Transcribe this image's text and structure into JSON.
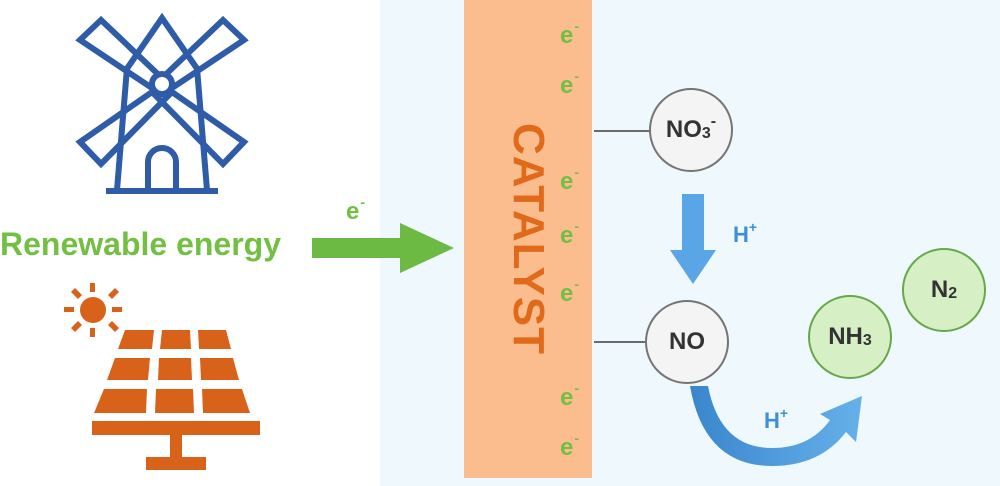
{
  "source_label": "Renewable energy",
  "sources": [
    {
      "name": "wind",
      "icon": "windmill-icon"
    },
    {
      "name": "solar",
      "icon": "solar-panel-icon"
    }
  ],
  "transfer_electron": {
    "symbol": "e",
    "charge": "-"
  },
  "catalyst": {
    "label": "CATALYST"
  },
  "surface_electrons": [
    {
      "symbol": "e",
      "charge": "-"
    },
    {
      "symbol": "e",
      "charge": "-"
    },
    {
      "symbol": "e",
      "charge": "-"
    },
    {
      "symbol": "e",
      "charge": "-"
    },
    {
      "symbol": "e",
      "charge": "-"
    },
    {
      "symbol": "e",
      "charge": "-"
    },
    {
      "symbol": "e",
      "charge": "-"
    }
  ],
  "species": {
    "nitrate": {
      "base": "NO",
      "sub": "3",
      "charge": "-"
    },
    "nitric_oxide": {
      "base": "NO"
    },
    "ammonia": {
      "base": "NH",
      "sub": "3"
    },
    "nitrogen": {
      "base": "N",
      "sub": "2"
    }
  },
  "steps": [
    {
      "from": "NO3-",
      "to": "NO",
      "reagent": {
        "symbol": "H",
        "charge": "+"
      }
    },
    {
      "from": "NO",
      "to": "NH3",
      "reagent": {
        "symbol": "H",
        "charge": "+"
      }
    }
  ],
  "colors": {
    "electron_green": "#72bf44",
    "catalyst_fill": "#fcbd8e",
    "catalyst_text": "#e06a1a",
    "windmill_blue": "#2e5ca8",
    "solar_orange": "#d9621a",
    "arrow_blue": "#5aa5e6",
    "product_green": "#d7efc4"
  }
}
